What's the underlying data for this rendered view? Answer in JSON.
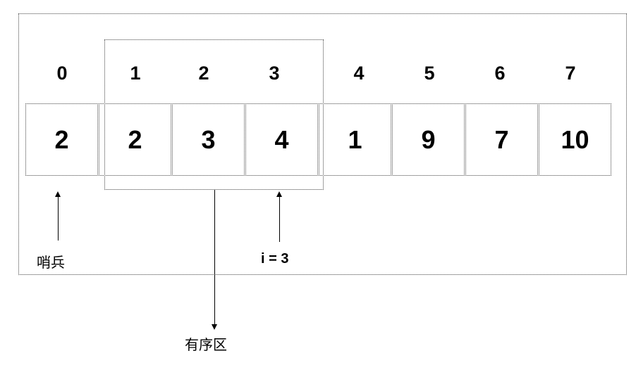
{
  "indices": [
    "0",
    "1",
    "2",
    "3",
    "4",
    "5",
    "6",
    "7"
  ],
  "values": [
    "2",
    "2",
    "3",
    "4",
    "1",
    "9",
    "7",
    "10"
  ],
  "labels": {
    "sentinel": "哨兵",
    "pointer": "i = 3",
    "sorted_region": "有序区"
  }
}
